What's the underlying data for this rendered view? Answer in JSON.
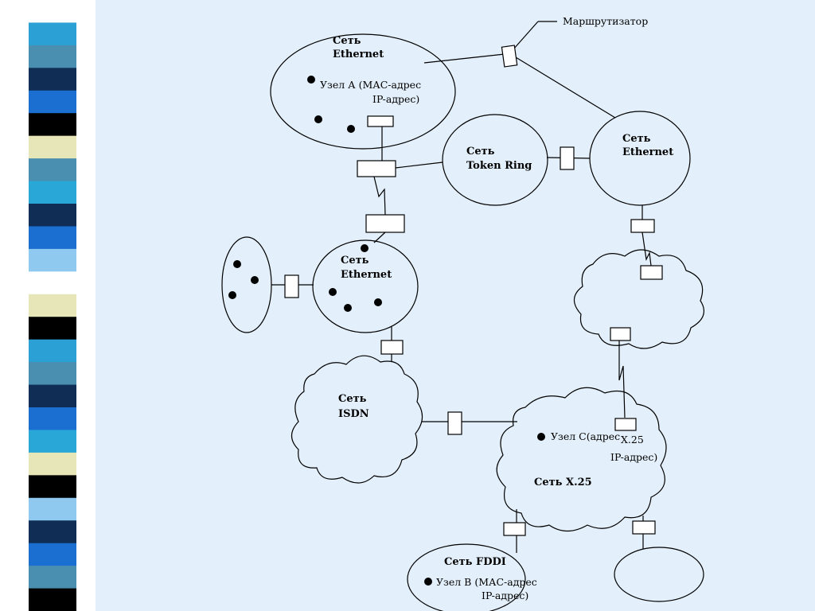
{
  "colors": {
    "background": "#e3effa",
    "stripes": [
      "#ffffff",
      "#2aa0d4",
      "#4a8fb0",
      "#0f2d55",
      "#1b6fd1",
      "#000000",
      "#e6e6b8",
      "#4a8fb0",
      "#29a8d8",
      "#0f2d55",
      "#1b6fd1",
      "#8fc9ef",
      "#ffffff",
      "#e6e6b8",
      "#000000",
      "#2aa0d4",
      "#4a8fb0",
      "#0f2d55",
      "#1b6fd1",
      "#29a8d8",
      "#e6e6b8",
      "#000000",
      "#8fc9ef",
      "#0f2d55",
      "#1b6fd1",
      "#4a8fb0",
      "#000000"
    ]
  },
  "diagram": {
    "router_label": "Маршрутизатор",
    "nets": {
      "eth_top": {
        "line1": "Сеть",
        "line2": "Ethernet"
      },
      "node_a": {
        "line1": "Узел А (МАС-адрес",
        "line2": "IP-адрес)"
      },
      "token_ring": {
        "line1": "Сеть",
        "line2": "Token Ring"
      },
      "eth_right": {
        "line1": "Сеть",
        "line2": "Ethernet"
      },
      "eth_mid": {
        "line1": "Сеть",
        "line2": "Ethernet"
      },
      "isdn": {
        "line1": "Сеть",
        "line2": "ISDN"
      },
      "x25": {
        "label": "Сеть X.25"
      },
      "node_c": {
        "line1": "Узел С(адрес",
        "line1b": "X.25",
        "line2": "IP-адрес)"
      },
      "fddi": {
        "label": "Сеть FDDI"
      },
      "node_b": {
        "line1": "Узел В (МАС-адрес",
        "line2": "IP-адрес)"
      }
    }
  }
}
